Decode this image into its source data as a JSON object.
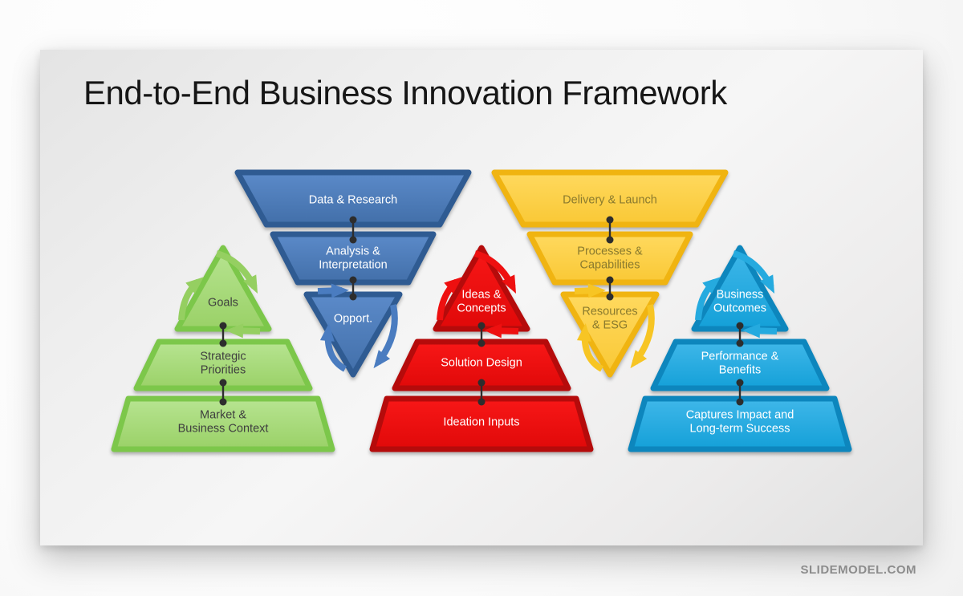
{
  "title": "End-to-End Business Innovation Framework",
  "watermark": "SLIDEMODEL.COM",
  "diagram": {
    "stacks": [
      {
        "name": "strategy-pyramid",
        "shape": "pyramid",
        "fill": "#9ad167",
        "border": "#7cc74a",
        "label_color": "#3f3f3f",
        "levels": [
          "Goals",
          "Strategic\nPriorities",
          "Market &\nBusiness Context"
        ]
      },
      {
        "name": "data-funnel",
        "shape": "inverted-funnel",
        "fill": "#4a7cc0",
        "border": "#2f5b92",
        "label_color": "#ffffff",
        "levels": [
          "Data & Research",
          "Analysis &\nInterpretation",
          "Opport."
        ]
      },
      {
        "name": "ideation-pyramid",
        "shape": "pyramid",
        "fill": "#ee1010",
        "border": "#b50b0b",
        "label_color": "#ffffff",
        "levels": [
          "Ideas &\nConcepts",
          "Solution Design",
          "Ideation Inputs"
        ]
      },
      {
        "name": "delivery-funnel",
        "shape": "inverted-funnel",
        "fill": "#fbcf45",
        "border": "#f0b411",
        "label_color": "#8a7a2e",
        "levels": [
          "Delivery & Launch",
          "Processes &\nCapabilities",
          "Resources\n& ESG"
        ]
      },
      {
        "name": "outcomes-pyramid",
        "shape": "pyramid",
        "fill": "#21a9df",
        "border": "#0d86bd",
        "label_color": "#ffffff",
        "levels": [
          "Business\nOutcomes",
          "Performance &\nBenefits",
          "Captures Impact and\nLong-term Success"
        ]
      }
    ]
  }
}
